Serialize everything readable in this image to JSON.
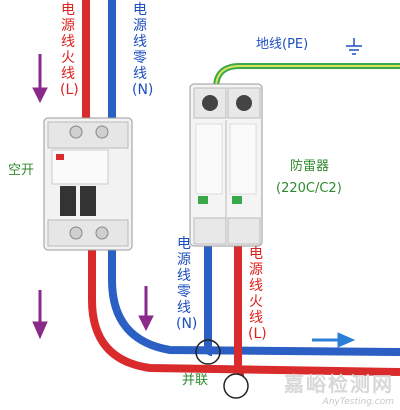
{
  "labels": {
    "phase_live_top": "电源线火线(L)",
    "phase_neutral_top": "电源线零线(N)",
    "earth": "地线(PE)",
    "breaker": "空开",
    "spd_name": "防雷器",
    "spd_model": "(220C/C2)",
    "neutral_bottom": "电源线零线(N)",
    "live_bottom": "电源线火线(L)",
    "parallel": "并联"
  },
  "watermark": {
    "cn": "嘉峪检测网",
    "en": "AnyTesting.com"
  },
  "colors": {
    "live": "#d92b2b",
    "neutral": "#2b5fc4",
    "earth": "#3aa84a",
    "label_red": "#e02020",
    "label_blue": "#1d4fc0",
    "arrow_purple": "#8a2a8a",
    "arrow_blue": "#2a7fd8"
  }
}
